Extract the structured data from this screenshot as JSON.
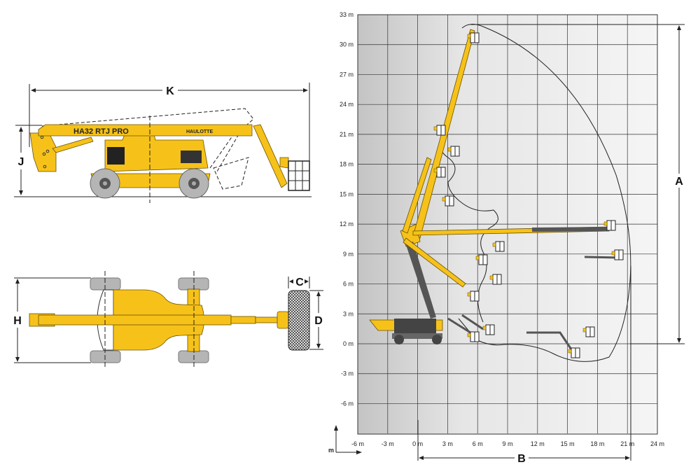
{
  "side_view": {
    "model_label": "HA32 RTJ PRO",
    "brand_label": "HAULOTTE",
    "dim_k": "K",
    "dim_j": "J"
  },
  "top_view": {
    "dim_h": "H",
    "dim_c": "C",
    "dim_d": "D"
  },
  "working_range": {
    "dim_a": "A",
    "dim_b": "B",
    "axis_unit": "m",
    "y_ticks": [
      "33 m",
      "30 m",
      "27 m",
      "24 m",
      "21 m",
      "18 m",
      "15 m",
      "12 m",
      "9 m",
      "6 m",
      "3 m",
      "0 m",
      "-3 m",
      "-6 m"
    ],
    "x_ticks": [
      "-6 m",
      "-3 m",
      "0 m",
      "3 m",
      "6 m",
      "9 m",
      "12 m",
      "15 m",
      "18 m",
      "21 m",
      "24 m"
    ],
    "x_range_m": [
      -6,
      24
    ],
    "y_range_m": [
      -9,
      33
    ],
    "max_height_m": 32.3,
    "max_outreach_m": 21.3
  },
  "colors": {
    "machine_yellow": "#f6c21a",
    "grid_bg_dark": "#c6c6c6",
    "grid_bg_light": "#f4f4f4"
  }
}
